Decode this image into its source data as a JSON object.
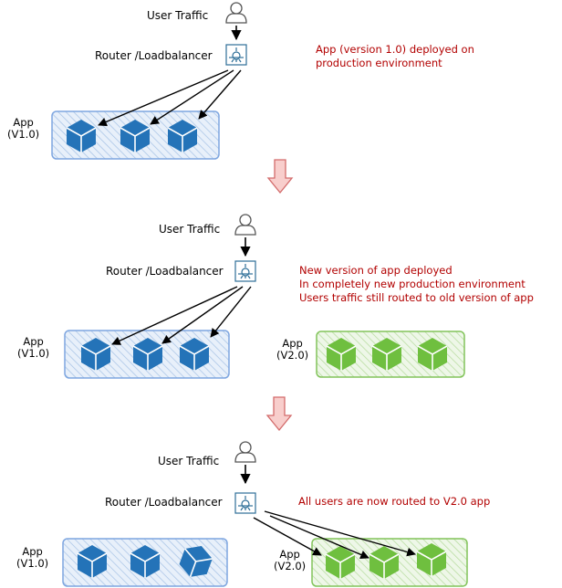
{
  "colors": {
    "v1_fill": "#2473b8",
    "v1_box": "#7ea6e0",
    "v2_fill": "#6fbf3f",
    "v2_box": "#82c45a",
    "note": "#b20000",
    "stage_arrow_fill": "#f8cecc",
    "stage_arrow_stroke": "#d36b6b"
  },
  "stages": [
    {
      "user_traffic_label": "User Traffic",
      "router_label": "Router /Loadbalancer",
      "note": "App (version 1.0) deployed on\nproduction environment",
      "v1_label": "App\n(V1.0)",
      "v2_label": ""
    },
    {
      "user_traffic_label": "User Traffic",
      "router_label": "Router /Loadbalancer",
      "note": "New version of app deployed\nIn completely new production environment\nUsers traffic still routed to old version of app",
      "v1_label": "App\n(V1.0)",
      "v2_label": "App\n(V2.0)"
    },
    {
      "user_traffic_label": "User Traffic",
      "router_label": "Router /Loadbalancer",
      "note": "All users are now routed to V2.0 app",
      "v1_label": "App\n(V1.0)",
      "v2_label": "App\n(V2.0)"
    }
  ],
  "icons": {
    "user": "user-icon",
    "router": "router-icon",
    "app_instance": "cube-icon",
    "transition": "down-arrow-icon"
  }
}
